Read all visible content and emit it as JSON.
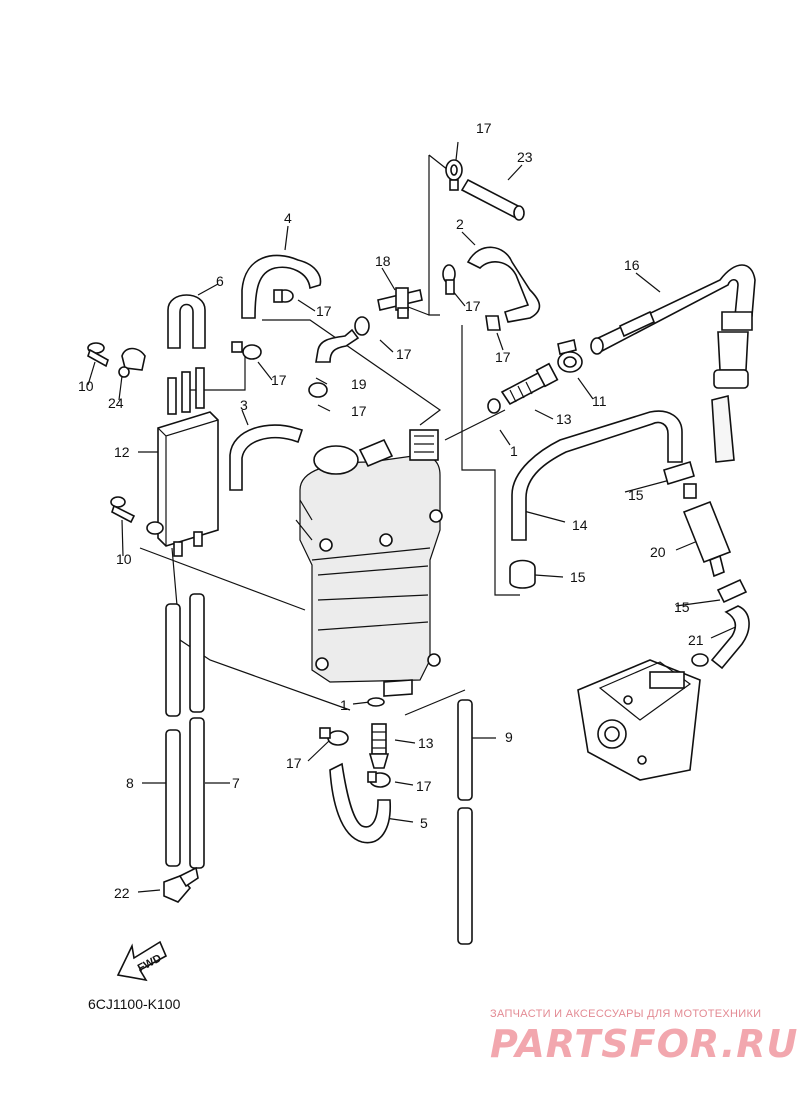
{
  "diagram": {
    "callouts": {
      "c17_top": "17",
      "c23": "23",
      "c4": "4",
      "c2": "2",
      "c18": "18",
      "c16": "16",
      "c6": "6",
      "c17_a": "17",
      "c17_b": "17",
      "c17_c": "17",
      "c17_d": "17",
      "c17_e": "17",
      "c19": "19",
      "c17_f": "17",
      "c10_a": "10",
      "c24": "24",
      "c11": "11",
      "c13_a": "13",
      "c3": "3",
      "c1_a": "1",
      "c12": "12",
      "c15_a": "15",
      "c14": "14",
      "c10_b": "10",
      "c20": "20",
      "c15_b": "15",
      "c15_c": "15",
      "c21": "21",
      "c1_b": "1",
      "c9": "9",
      "c13_b": "13",
      "c17_g": "17",
      "c17_h": "17",
      "c8": "8",
      "c7": "7",
      "c5": "5",
      "c22": "22"
    },
    "fwd_label": "FWD",
    "drawing_code": "6CJ1100-K100"
  },
  "watermark": {
    "tagline": "ЗАПЧАСТИ И АКСЕССУАРЫ ДЛЯ МОТОТЕХНИКИ",
    "logo": "PARTSFOR.RU"
  }
}
